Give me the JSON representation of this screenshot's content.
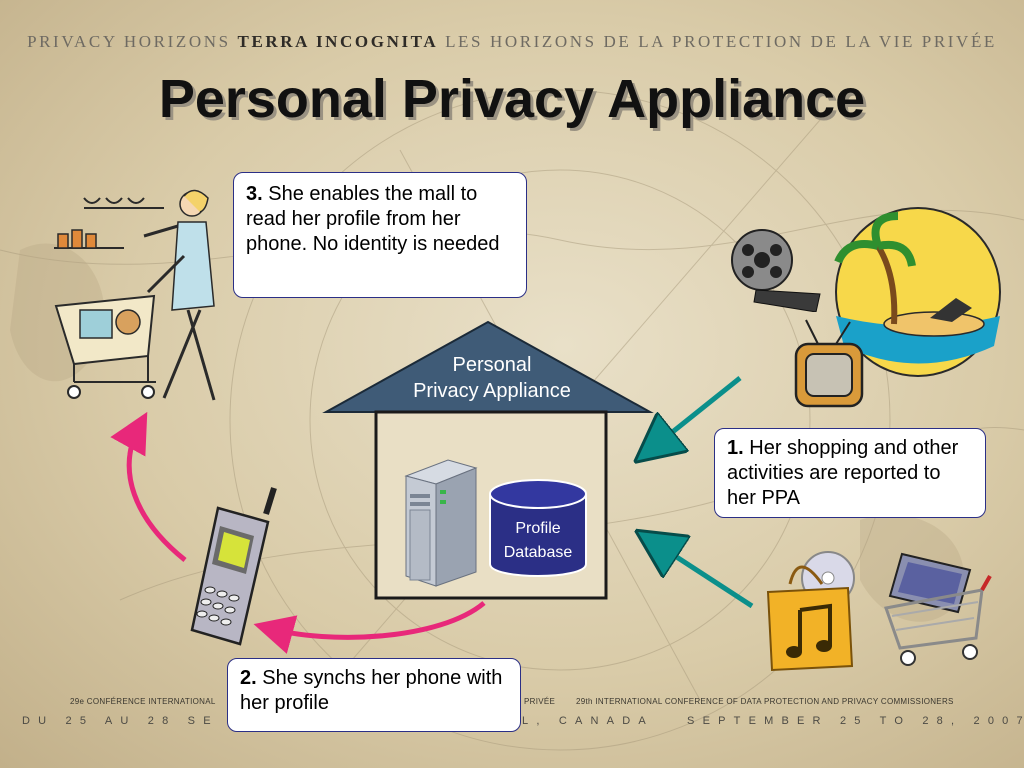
{
  "header": {
    "part1": "PRIVACY HORIZONS",
    "part2": "TERRA INCOGNITA",
    "part3": "LES HORIZONS DE LA PROTECTION DE LA VIE PRIVÉE"
  },
  "title": "Personal Privacy Appliance",
  "house": {
    "label_line1": "Personal",
    "label_line2": "Privacy Appliance",
    "database_line1": "Profile",
    "database_line2": "Database"
  },
  "callouts": {
    "step3": {
      "num": "3.",
      "text": "She enables the mall to read her profile from her phone. No identity is needed"
    },
    "step1": {
      "num": "1.",
      "text": "Her shopping and other activities are reported to her PPA"
    },
    "step2": {
      "num": "2.",
      "text": "She synchs her phone with her profile"
    }
  },
  "footer": {
    "conf_fr": "29e CONFÉRENCE INTERNATIONAL",
    "conf_fr_end": "PRIVÉE",
    "conf_en": "29th INTERNATIONAL CONFERENCE OF DATA PROTECTION AND PRIVACY COMMISSIONERS",
    "dates_left": "DU 25 AU 28 SE",
    "dates_right": "L, CANADA   SEPTEMBER 25 TO 28, 2007"
  },
  "colors": {
    "house_roof": "#3f5b77",
    "database": "#2b2f86",
    "teal_arrow": "#0b8f8b",
    "pink_arrow": "#e8287a"
  },
  "icons": [
    "shopper-woman-icon",
    "film-reel-icon",
    "beach-island-icon",
    "television-icon",
    "cell-phone-icon",
    "server-icon",
    "shopping-bag-music-icon",
    "laptop-cart-icon"
  ]
}
